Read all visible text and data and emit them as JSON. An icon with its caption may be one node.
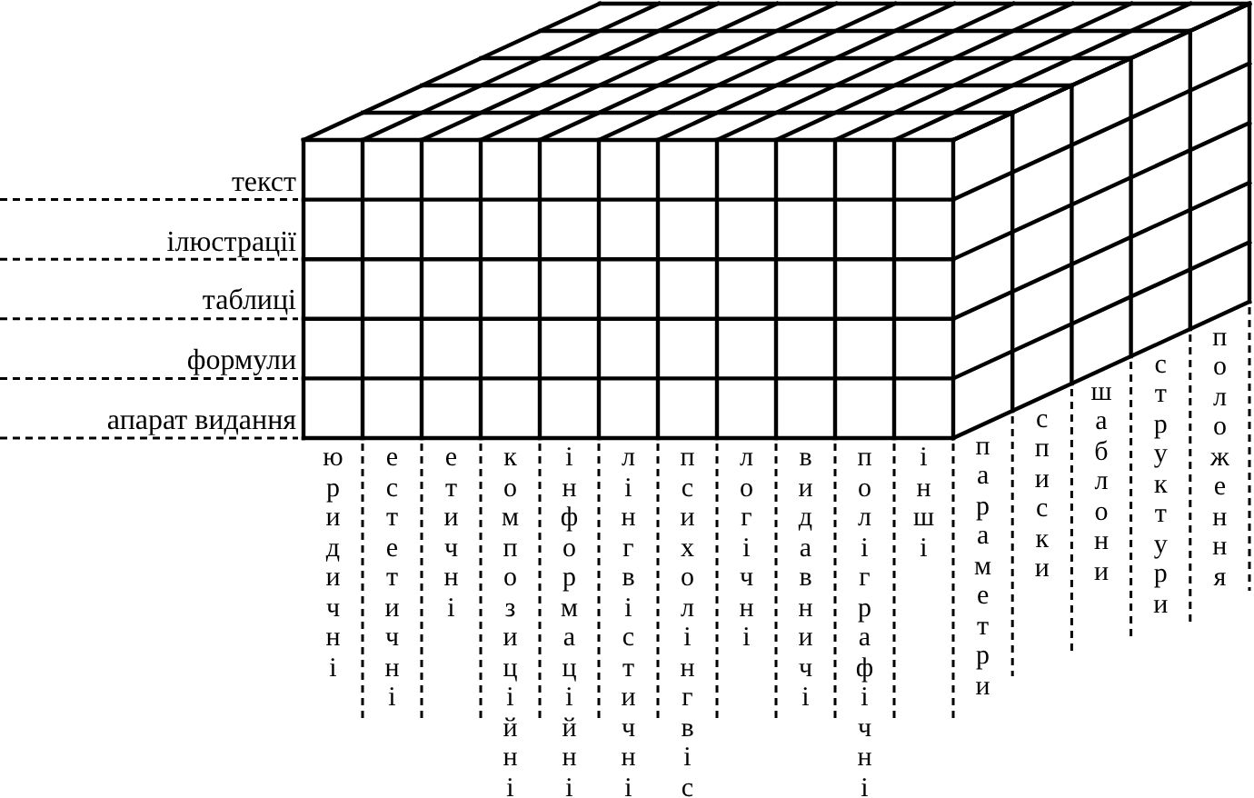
{
  "diagram": {
    "labels": [
      "текст",
      "ілюстрації",
      "таблиці",
      "формули",
      "апарат видання",
      "юридичні",
      "естетичні",
      "етичні",
      "композиційні",
      "інформаційні",
      "лінгвістичні",
      "психолінгвіс",
      "логічні",
      "видавничі",
      "поліграфічні",
      "інші",
      "параметри",
      "списки",
      "шаблони",
      "структури",
      "положення"
    ]
  }
}
